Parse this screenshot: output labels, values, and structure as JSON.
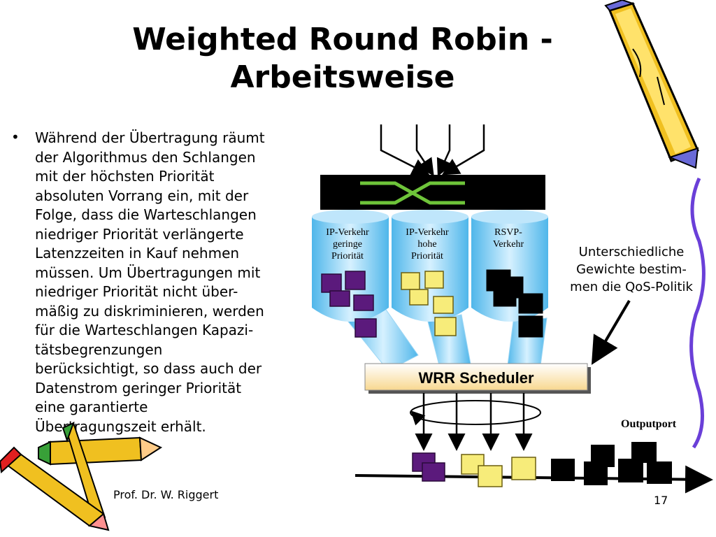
{
  "slide": {
    "title_line1": "Weighted Round Robin -",
    "title_line2": "Arbeitsweise",
    "bullet_text": "Während der Übertragung räumt der Algorithmus den Schlangen mit der höchsten Priorität absoluten Vorrang ein, mit der Folge, dass die Warteschlangen niedriger Priorität verlängerte Latenzzeiten in Kauf nehmen müssen. Um Übertragungen mit niedriger Priorität nicht über-mäßig zu diskriminieren, werden für die Warteschlangen Kapazi-tätsbegrenzungen berücksichtigt, so dass auch der Datenstrom geringer Priorität eine garantierte Übertragungszeit erhält.",
    "bullet_lines": [
      "Während der Übertragung räumt",
      "der Algorithmus den Schlangen",
      "mit der höchsten Priorität",
      "absoluten Vorrang ein, mit der",
      "Folge, dass die Warteschlangen",
      "niedriger Priorität verlängerte",
      "Latenzzeiten in Kauf nehmen",
      "müssen. Um Übertragungen mit",
      "niedriger Priorität nicht über-",
      "mäßig zu diskriminieren, werden",
      "für die Warteschlangen Kapazi-",
      "tätsbegrenzungen",
      "berücksichtigt, so dass auch der",
      "Datenstrom geringer Priorität",
      "eine garantierte",
      "Übertragungszeit erhält."
    ],
    "author": "Prof. Dr. W. Riggert",
    "page_number": "17"
  },
  "diagram": {
    "queues": [
      {
        "line1": "IP-Verkehr",
        "line2": "geringe",
        "line3": "Priorität",
        "color": "#5b1a7c"
      },
      {
        "line1": "IP-Verkehr",
        "line2": "hohe",
        "line3": "Priorität",
        "color": "#f7ec7a"
      },
      {
        "line1": "RSVP-",
        "line2": "Verkehr",
        "line3": "",
        "color": "#000000"
      }
    ],
    "scheduler_label": "WRR Scheduler",
    "note_lines": [
      "Unterschiedliche",
      "Gewichte bestim-",
      "men die QoS-Politik"
    ],
    "output_label": "Outputport",
    "colors": {
      "queue_blue": "#8fd3f5",
      "switch_green": "#6ec43a",
      "scheduler_fill": "#fff3cc",
      "purple_packet": "#5b1a7c",
      "yellow_packet": "#f7ec7a",
      "black_packet": "#000000"
    },
    "decorations": [
      "pencil-icon",
      "crayon-icon"
    ]
  }
}
